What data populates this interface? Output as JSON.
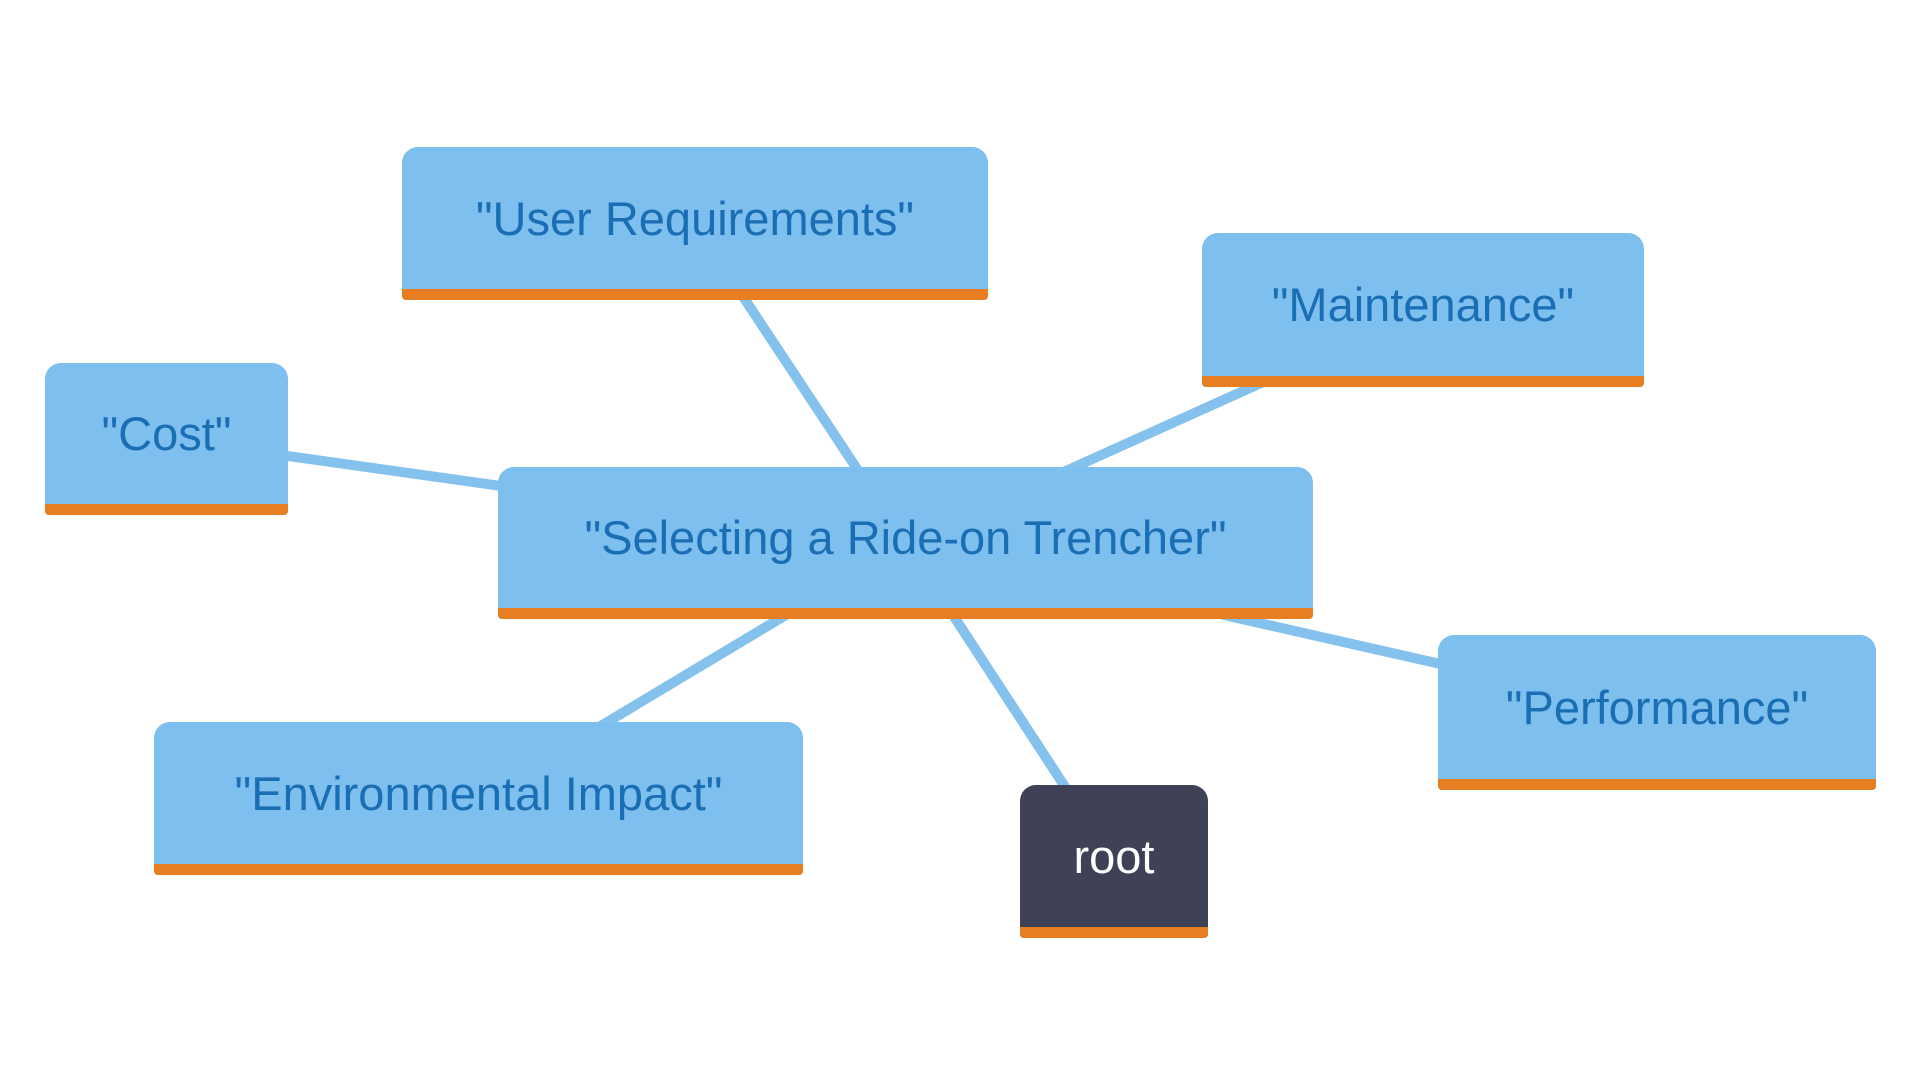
{
  "diagram_type": "mindmap",
  "colors": {
    "node_fill": "#7DBFEE",
    "node_text": "#1A6EB4",
    "underline": "#E77E21",
    "root_fill": "#3F4256",
    "root_text": "#FFFFFF",
    "edge": "#85C1ED",
    "background": "#FFFFFF"
  },
  "nodes": {
    "center": {
      "label": "\"Selecting a Ride-on Trencher\"",
      "style": "blue"
    },
    "user_requirements": {
      "label": "\"User Requirements\"",
      "style": "blue"
    },
    "maintenance": {
      "label": "\"Maintenance\"",
      "style": "blue"
    },
    "cost": {
      "label": "\"Cost\"",
      "style": "blue"
    },
    "environmental_impact": {
      "label": "\"Environmental Impact\"",
      "style": "blue"
    },
    "performance": {
      "label": "\"Performance\"",
      "style": "blue"
    },
    "root": {
      "label": "root",
      "style": "dark"
    }
  },
  "edges": [
    {
      "from": "center",
      "to": "user_requirements"
    },
    {
      "from": "center",
      "to": "maintenance"
    },
    {
      "from": "center",
      "to": "cost"
    },
    {
      "from": "center",
      "to": "environmental_impact"
    },
    {
      "from": "center",
      "to": "performance"
    },
    {
      "from": "center",
      "to": "root"
    }
  ]
}
